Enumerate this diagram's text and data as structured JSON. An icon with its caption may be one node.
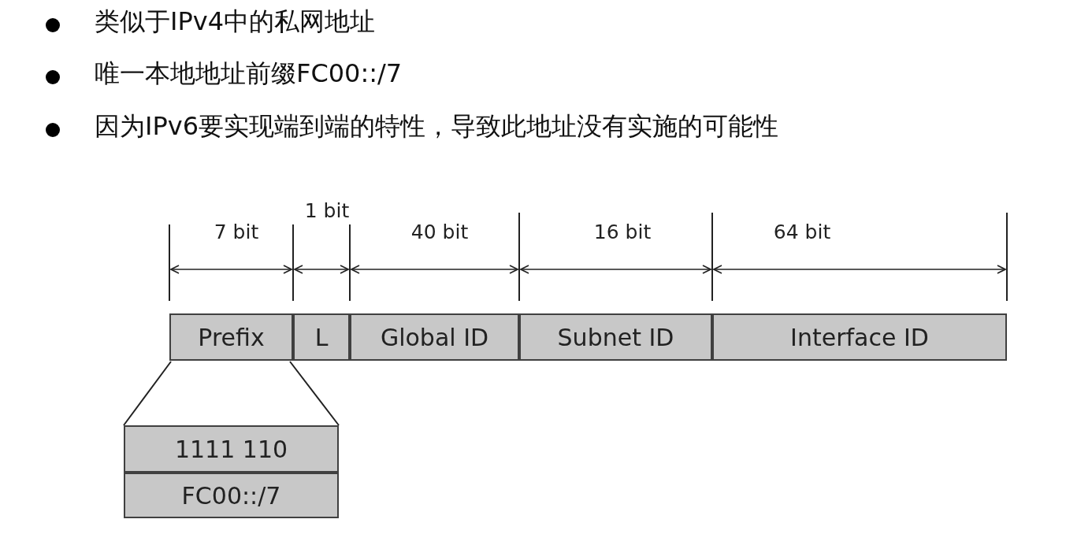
{
  "diagram": {
    "nodes": [
      {
        "text": [
          "Prefix"
        ]
      },
      {
        "text": [
          "L"
        ]
      },
      {
        "text": [
          "Global ID"
        ]
      },
      {
        "text": [
          "Subnet ID"
        ]
      },
      {
        "text": [
          "Interface ID"
        ]
      },
      {
        "text": [
          "1111 110"
        ]
      },
      {
        "text": [
          "FC00::/7"
        ]
      }
    ],
    "edges": [
      {
        "from": 0,
        "to": 5,
        "arrow": "none"
      }
    ],
    "labels": [
      "类似于IPv4中的私网地址",
      "唯一本地地址前缀FC00::/7",
      "因为IPv6要实现端到端的特性，导致此地址没有实施的可能性",
      "1 bit",
      "7 bit",
      "40 bit",
      "16 bit",
      "64 bit"
    ]
  }
}
